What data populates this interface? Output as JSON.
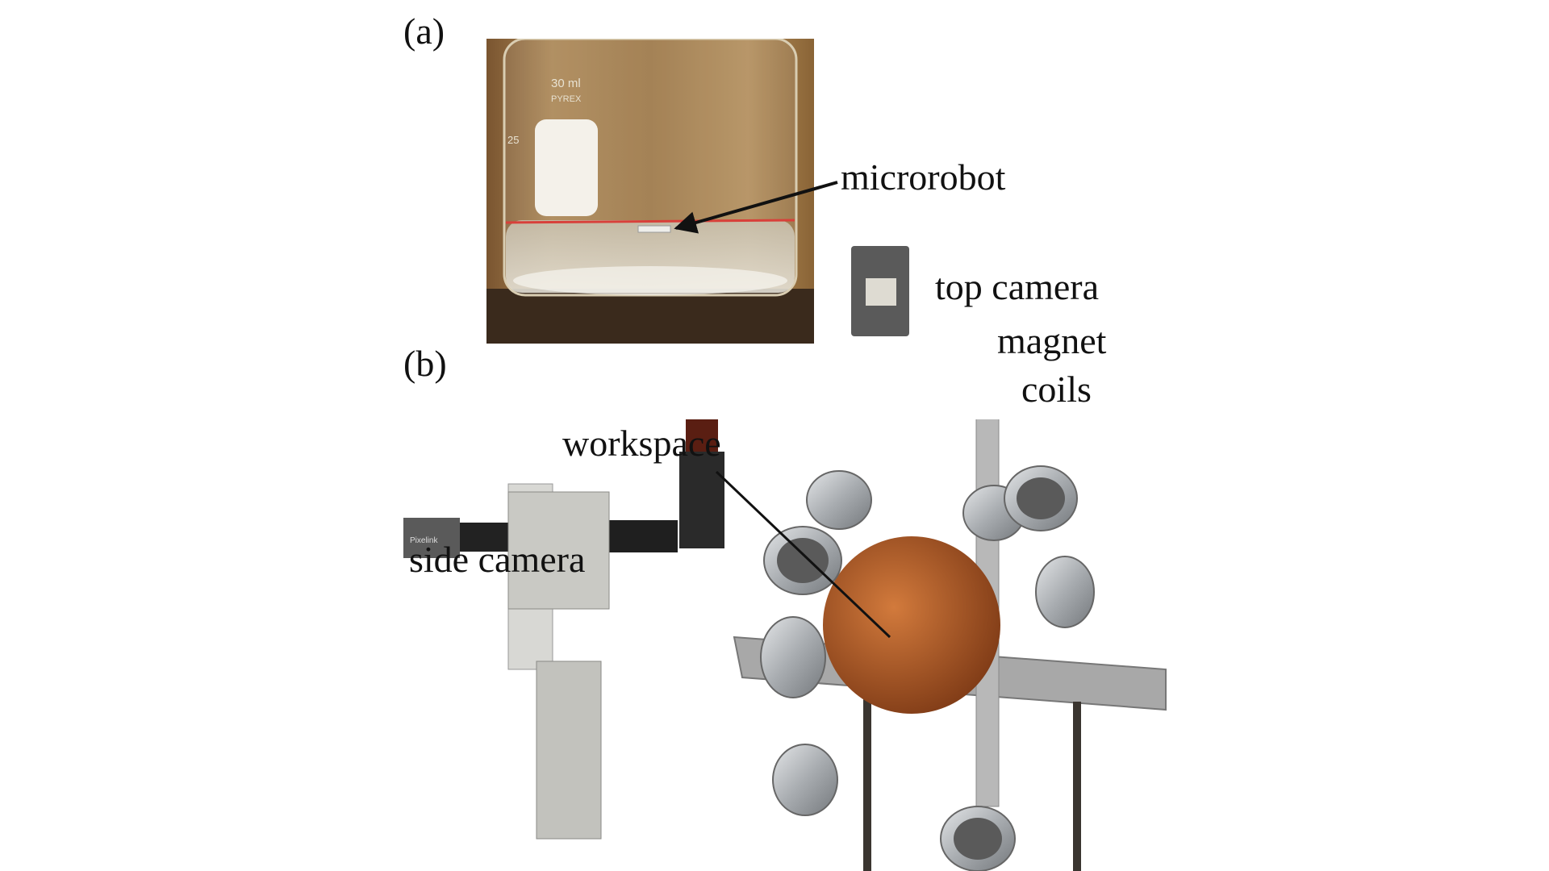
{
  "figure": {
    "panel_a_label": "(a)",
    "panel_b_label": "(b)",
    "callouts": {
      "microrobot": "microrobot",
      "top_camera": "top camera",
      "magnet_line1": "magnet",
      "magnet_line2": "coils",
      "workspace": "workspace",
      "side_camera": "side camera"
    },
    "beaker_marks": {
      "volume": "30 ml",
      "brand": "PYREX",
      "grad": "25"
    },
    "camera_brand": "Pixelink"
  },
  "colors": {
    "beaker_bg": "#a27a4a",
    "water_line": "#d8403a",
    "coil_copper": "#b5602a",
    "tube_metal": "#b9bcc0",
    "camera_body": "#5a5a5a"
  }
}
